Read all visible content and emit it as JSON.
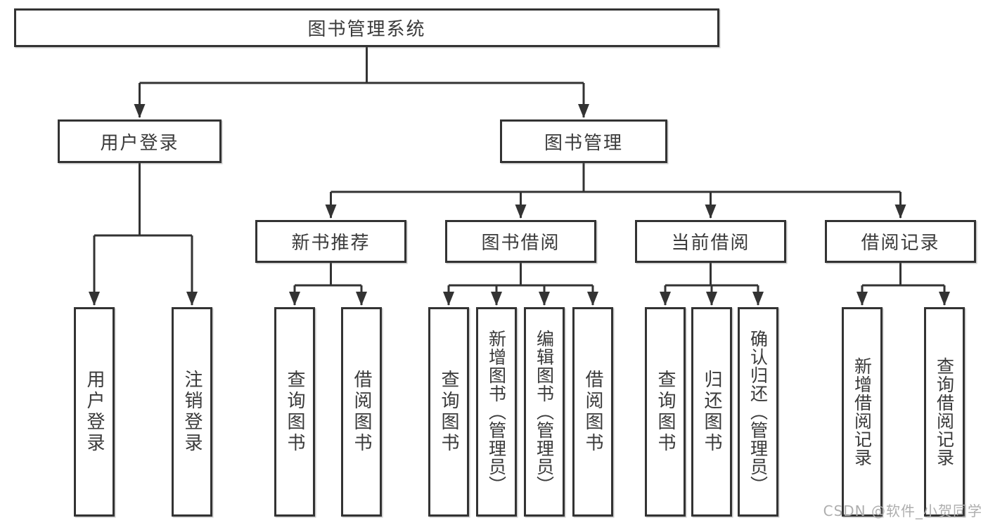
{
  "title": {
    "label": "图书管理系统"
  },
  "branches": {
    "user_login": {
      "label": "用户登录",
      "children": [
        "用户登录",
        "注销登录"
      ]
    },
    "book_management": {
      "label": "图书管理",
      "sections": {
        "new_book_recommend": {
          "label": "新书推荐",
          "children": [
            "查询图书",
            "借阅图书"
          ]
        },
        "book_borrowing": {
          "label": "图书借阅",
          "children": [
            "查询图书",
            "新增图书（管理员）",
            "编辑图书（管理员）",
            "借阅图书"
          ]
        },
        "current_borrowing": {
          "label": "当前借阅",
          "children": [
            "查询图书",
            "归还图书",
            "确认归还（管理员）"
          ]
        },
        "borrowing_records": {
          "label": "借阅记录",
          "children": [
            "新增借阅记录",
            "查询借阅记录"
          ]
        }
      }
    }
  },
  "watermark": "CSDN @软件_小贺同学",
  "colors": {
    "line": "#333333",
    "text": "#3a3a3a",
    "background": "#ffffff",
    "watermark": "#aeaeae"
  }
}
